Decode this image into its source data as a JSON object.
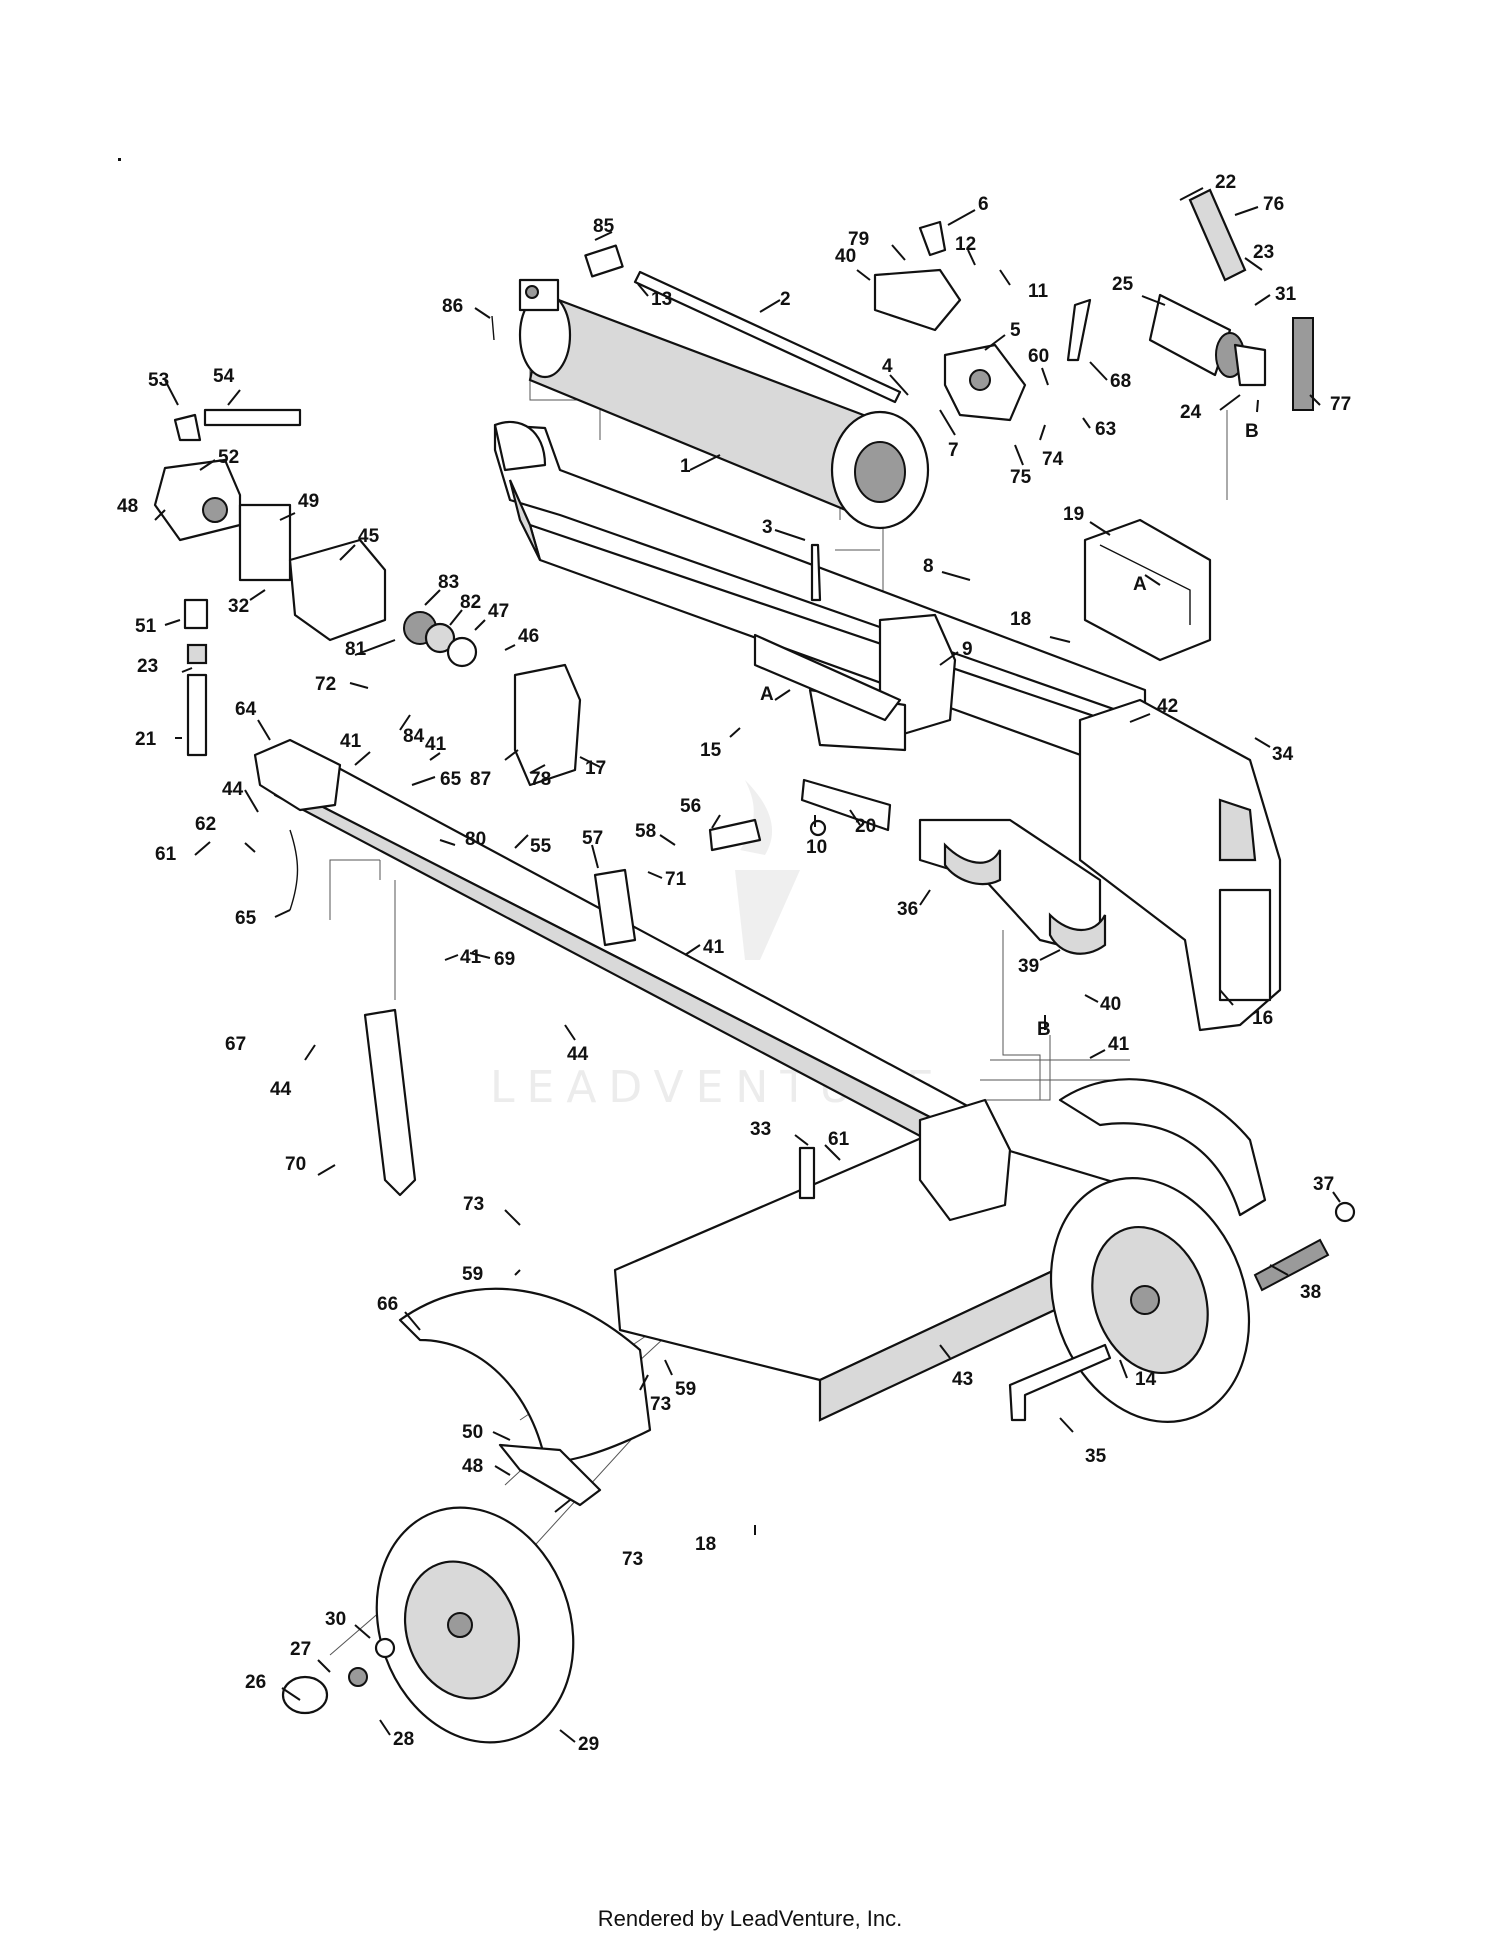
{
  "footer": {
    "credit": "Rendered by LeadVenture, Inc."
  },
  "watermark": {
    "text": "LEADVENTURE"
  },
  "callouts": [
    "1",
    "2",
    "3",
    "4",
    "5",
    "6",
    "7",
    "8",
    "9",
    "10",
    "11",
    "12",
    "13",
    "14",
    "15",
    "16",
    "17",
    "18",
    "18",
    "19",
    "20",
    "21",
    "22",
    "23",
    "23",
    "24",
    "25",
    "26",
    "27",
    "28",
    "29",
    "30",
    "31",
    "32",
    "33",
    "34",
    "35",
    "36",
    "37",
    "38",
    "39",
    "40",
    "40",
    "41",
    "41",
    "41",
    "41",
    "41",
    "42",
    "43",
    "44",
    "44",
    "44",
    "45",
    "46",
    "47",
    "48",
    "48",
    "49",
    "50",
    "51",
    "52",
    "53",
    "54",
    "55",
    "56",
    "57",
    "58",
    "59",
    "59",
    "60",
    "61",
    "61",
    "62",
    "63",
    "64",
    "65",
    "65",
    "66",
    "67",
    "68",
    "69",
    "70",
    "71",
    "72",
    "73",
    "73",
    "73",
    "74",
    "75",
    "76",
    "77",
    "78",
    "79",
    "80",
    "81",
    "82",
    "83",
    "84",
    "85",
    "86",
    "87",
    "A",
    "A",
    "B",
    "B"
  ]
}
